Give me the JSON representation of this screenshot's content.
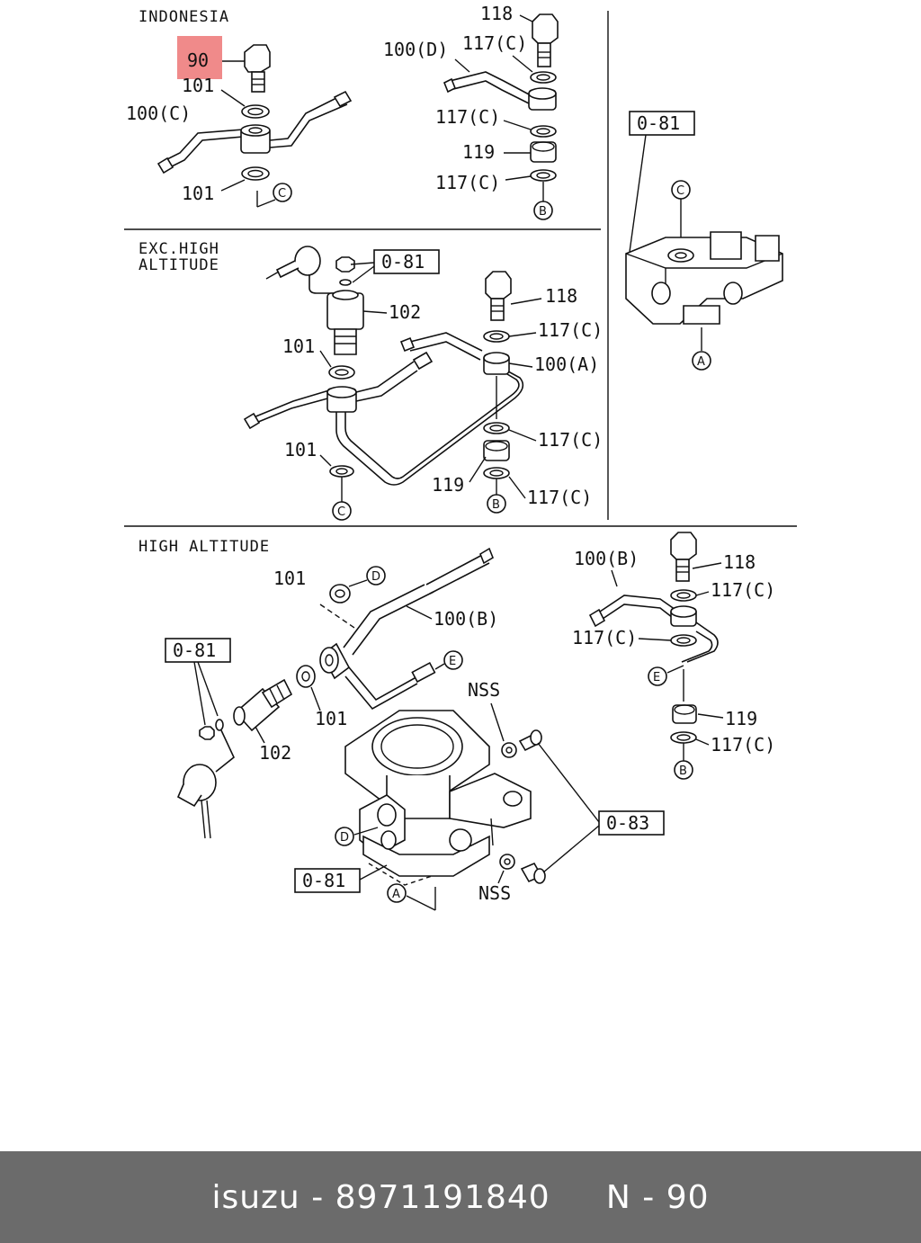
{
  "sections": {
    "indonesia": "INDONESIA",
    "exc_high_altitude_1": "EXC.HIGH",
    "exc_high_altitude_2": "ALTITUDE",
    "high_altitude": "HIGH ALTITUDE"
  },
  "highlight": {
    "label": "90",
    "color": "#f08a8a"
  },
  "refs": {
    "group_81": "0-81",
    "group_83": "0-83"
  },
  "circles": {
    "a": "A",
    "b": "B",
    "c": "C",
    "d": "D",
    "e": "E"
  },
  "parts": {
    "p100a": "100(A)",
    "p100b": "100(B)",
    "p100c": "100(C)",
    "p100d": "100(D)",
    "p101": "101",
    "p102": "102",
    "p117c": "117(C)",
    "p118": "118",
    "p119": "119",
    "nss": "NSS"
  },
  "footer": {
    "brand": "isuzu",
    "sep": " - ",
    "part_number": "8971191840",
    "gap": "     ",
    "code": "N - 90"
  }
}
